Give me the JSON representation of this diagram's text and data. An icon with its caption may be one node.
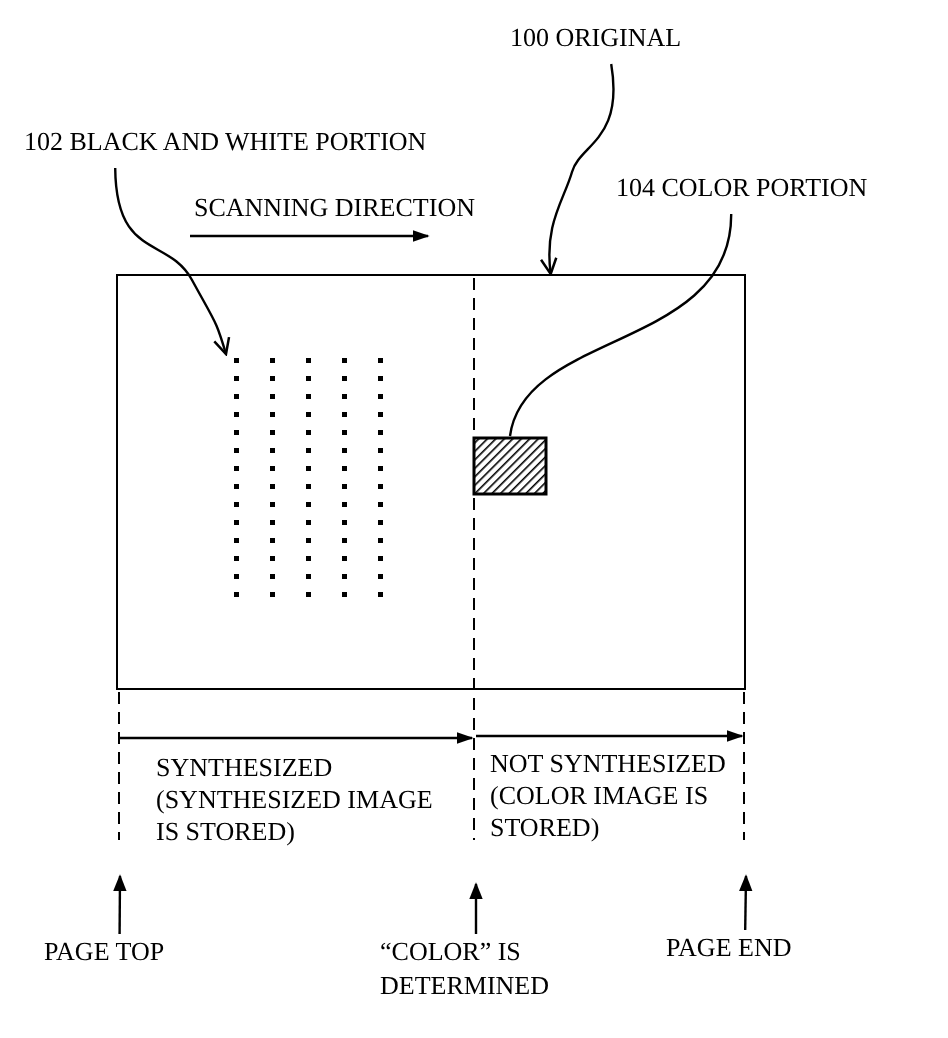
{
  "diagram": {
    "nodes": [
      {
        "text": [
          "100 ORIGINAL"
        ]
      },
      {
        "text": [
          "102 BLACK AND WHITE PORTION"
        ]
      },
      {
        "text": [
          "104 COLOR PORTION"
        ]
      },
      {
        "text": [],
        "shape": "box"
      },
      {
        "text": [],
        "shape": "picture",
        "in": 3
      },
      {
        "text": [],
        "shape": "box",
        "in": 3
      },
      {
        "text": [
          "PAGE TOP"
        ]
      },
      {
        "text": [
          "“COLOR” IS DETERMINED"
        ]
      },
      {
        "text": [
          "PAGE END"
        ]
      }
    ],
    "edges": [
      {
        "from": 0,
        "to": 3,
        "arrow": "to"
      },
      {
        "from": 1,
        "to": 4,
        "arrow": "to"
      },
      {
        "from": 2,
        "to": 5,
        "arrow": "none"
      },
      {
        "from": 6,
        "to": null,
        "arrow": "to"
      },
      {
        "from": 7,
        "to": null,
        "arrow": "to"
      },
      {
        "from": 8,
        "to": null,
        "arrow": "to"
      }
    ],
    "labels": [
      "SCANNING DIRECTION",
      "SYNTHESIZED (SYNTHESIZED IMAGE IS STORED)",
      "NOT SYNTHESIZED (COLOR IMAGE IS STORED)"
    ]
  }
}
